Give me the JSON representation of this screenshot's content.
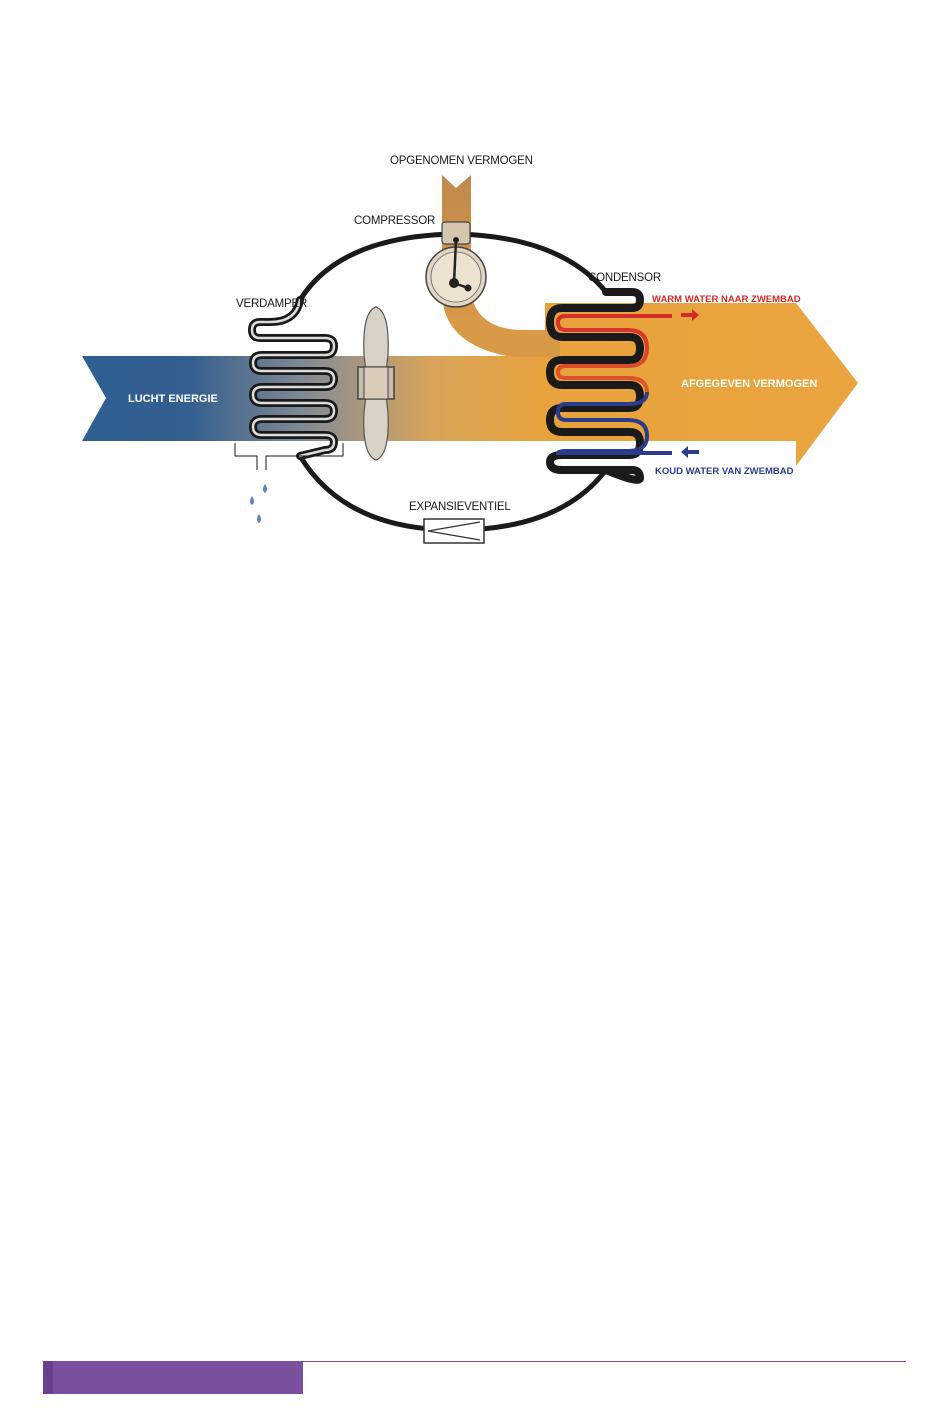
{
  "labels": {
    "input_power": "OPGENOMEN VERMOGEN",
    "compressor": "COMPRESSOR",
    "evaporator": "VERDAMPER",
    "condenser": "CONDENSOR",
    "warm_water": "WARM WATER NAAR ZWEMBAD",
    "air_energy": "LUCHT ENERGIE",
    "output_power": "AFGEGEVEN VERMOGEN",
    "cold_water": "KOUD WATER VAN ZWEMBAD",
    "expansion_valve": "EXPANSIEVENTIEL"
  },
  "colors": {
    "air_flow": "#2f5f93",
    "heat_flow": "#e8a23c",
    "power_flow": "#c89250",
    "refrigerant_line": "#1a1a1a",
    "warm_water": "#d42a2a",
    "cold_water": "#2a3c8c",
    "footer": "#7a4f9d"
  },
  "icons": [
    "fan-icon",
    "compressor-icon",
    "expansion-valve-icon",
    "water-drop-icon",
    "arrow-right-icon",
    "arrow-left-icon"
  ]
}
